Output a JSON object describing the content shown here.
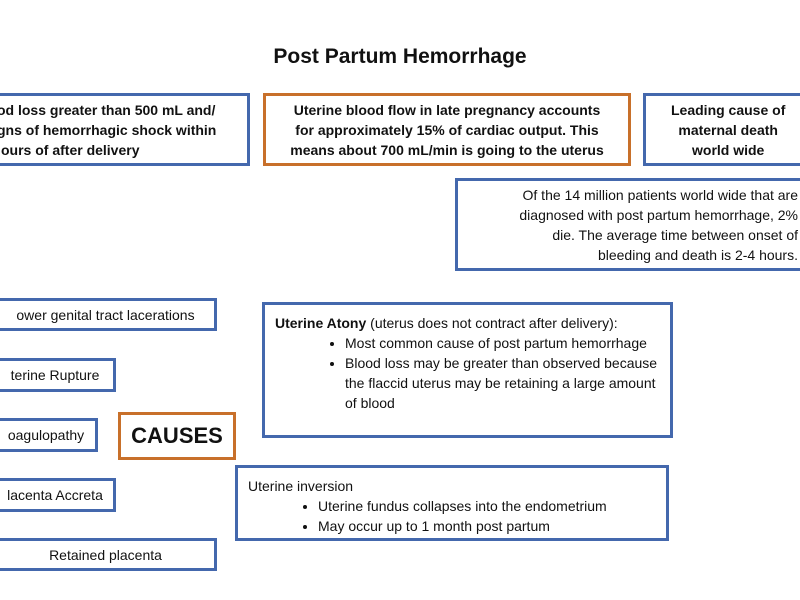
{
  "title": "Post Partum Hemorrhage",
  "top_boxes": [
    {
      "lines": [
        "od loss greater than 500 mL and/",
        "gns of hemorrhagic shock within",
        "ours of after delivery"
      ]
    },
    {
      "lines": [
        "Uterine blood flow in late pregnancy accounts",
        "for approximately 15% of cardiac output. This",
        "means about 700 mL/min is going to the uterus"
      ]
    },
    {
      "lines": [
        "Leading cause of",
        "maternal death",
        "world wide"
      ]
    },
    {
      "lines": [
        "Of the 14 million patients world wide that are",
        "diagnosed with post partum hemorrhage, 2%",
        "die. The average time between onset of",
        "bleeding and death is 2-4 hours."
      ]
    }
  ],
  "causes_label": "CAUSES",
  "causes": [
    "ower genital tract lacerations",
    "terine Rupture",
    "oagulopathy",
    "lacenta Accreta",
    "Retained placenta"
  ],
  "atony": {
    "heading": "Uterine Atony",
    "heading_rest": " (uterus does not contract after delivery):",
    "bullets": [
      "Most common cause of post partum hemorrhage",
      "Blood loss may be greater than observed because the flaccid uterus may be retaining a large amount of blood"
    ]
  },
  "inversion": {
    "heading": "Uterine inversion",
    "bullets": [
      "Uterine fundus collapses into the endometrium",
      "May occur up to 1 month post partum"
    ]
  },
  "colors": {
    "blue": "#4468ad",
    "orange": "#c8702a"
  }
}
